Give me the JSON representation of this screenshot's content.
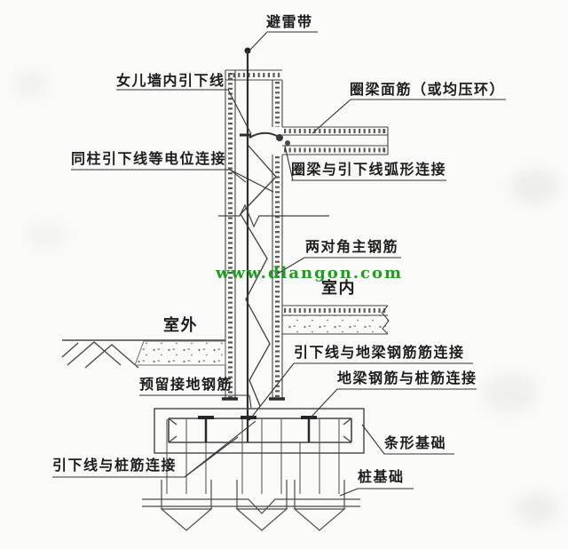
{
  "diagram": {
    "type": "building-lightning-protection-grounding-section",
    "line_color": "#444444",
    "background": "#fafaf8"
  },
  "watermark": {
    "text": "www.diangon.com",
    "color": "#1f9e1f"
  },
  "labels": {
    "lightning_belt": "避雷带",
    "parapet_down_conductor": "女儿墙内引下线",
    "ring_beam_top_rebar": "圈梁面筋（或均压环）",
    "column_equipotential": "同柱引下线等电位连接",
    "ring_beam_arc_connection": "圈梁与引下线弧形连接",
    "diagonal_main_rebars": "两对角主钢筋",
    "indoor": "室内",
    "outdoor": "室外",
    "down_conductor_ground_beam_connection": "引下线与地梁钢筋筋连接",
    "ground_beam_pile_connection": "地梁钢筋与桩筋连接",
    "reserved_grounding_rebar": "预留接地钢筋",
    "strip_foundation": "条形基础",
    "down_conductor_pile_connection": "引下线与桩筋连接",
    "pile_foundation": "桩基础"
  }
}
